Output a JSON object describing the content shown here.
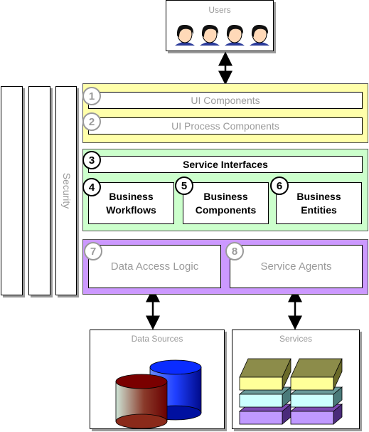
{
  "users": {
    "title": "Users",
    "count": 4
  },
  "security": {
    "label": "Security"
  },
  "ui_layer": {
    "color": "#ffffaa",
    "items": [
      {
        "number": "1",
        "label": "UI Components"
      },
      {
        "number": "2",
        "label": "UI Process Components"
      }
    ]
  },
  "business_layer": {
    "color": "#ccffcc",
    "service_interfaces": {
      "number": "3",
      "label": "Service Interfaces"
    },
    "items": [
      {
        "number": "4",
        "label": "Business Workflows"
      },
      {
        "number": "5",
        "label": "Business Components"
      },
      {
        "number": "6",
        "label": "Business Entities"
      }
    ]
  },
  "data_layer": {
    "color": "#cc99ff",
    "items": [
      {
        "number": "7",
        "label": "Data Access Logic"
      },
      {
        "number": "8",
        "label": "Service Agents"
      }
    ]
  },
  "data_sources": {
    "title": "Data Sources"
  },
  "services": {
    "title": "Services"
  }
}
